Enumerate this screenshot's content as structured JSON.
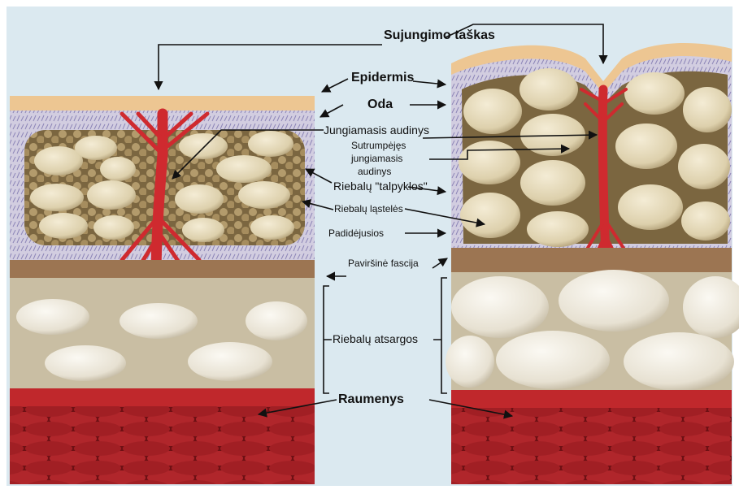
{
  "labels": {
    "connection_point": "Sujungimo taškas",
    "epidermis": "Epidermis",
    "skin": "Oda",
    "connective_tissue": "Jungiamasis audinys",
    "collapsed_line1": "Sutrumpėjęs",
    "collapsed_line2": "jungiamasis",
    "collapsed_line3": "audinys",
    "fat_chambers": "Riebalų \"talpyklos\"",
    "fat_cells": "Riebalų ląstelės",
    "enlarged": "Padidėjusios",
    "superficial_fascia": "Paviršinė fascija",
    "fat_reserves": "Riebalų atsargos",
    "muscles": "Raumenys"
  },
  "colors": {
    "background": "#dbe9f0",
    "epidermis": "#edc692",
    "dermis": "#cfc8dd",
    "fat_matrix": "#8e7848",
    "fat_cell": "#e6dcc0",
    "reserve_cell": "#ece7db",
    "reserve_layer": "#c9bea3",
    "fascia": "#9c7552",
    "connective_tissue": "#cf2a2f",
    "muscle": "#a51e24"
  }
}
